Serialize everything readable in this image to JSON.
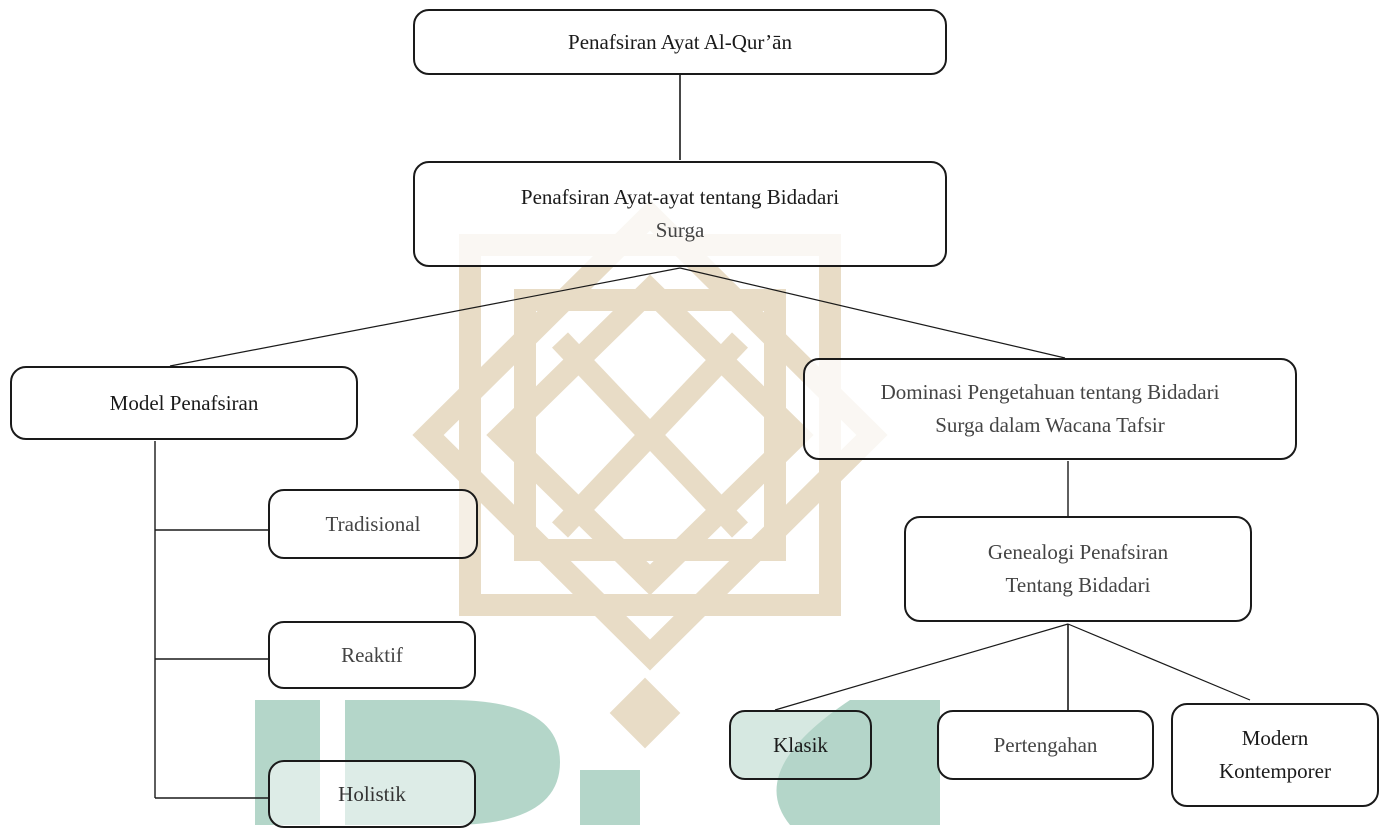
{
  "diagram": {
    "root": {
      "label": "Penafsiran Ayat Al-Qur’ān"
    },
    "topic": {
      "line1": "Penafsiran Ayat-ayat tentang Bidadari",
      "line2": "Surga"
    },
    "model": {
      "label": "Model Penafsiran",
      "children": [
        {
          "label": "Tradisional"
        },
        {
          "label": "Reaktif"
        },
        {
          "label": "Holistik"
        }
      ]
    },
    "dominasi": {
      "line1": "Dominasi Pengetahuan tentang Bidadari",
      "line2": "Surga dalam Wacana Tafsir"
    },
    "genealogi": {
      "line1": "Genealogi Penafsiran",
      "line2": "Tentang Bidadari",
      "children": [
        {
          "label": "Klasik"
        },
        {
          "label": "Pertengahan"
        },
        {
          "line1": "Modern",
          "line2": "Kontemporer"
        }
      ]
    }
  },
  "colors": {
    "line": "#1a1a1a",
    "watermark_gold": "#e8dcc6",
    "watermark_green": "#b4d6c9"
  }
}
